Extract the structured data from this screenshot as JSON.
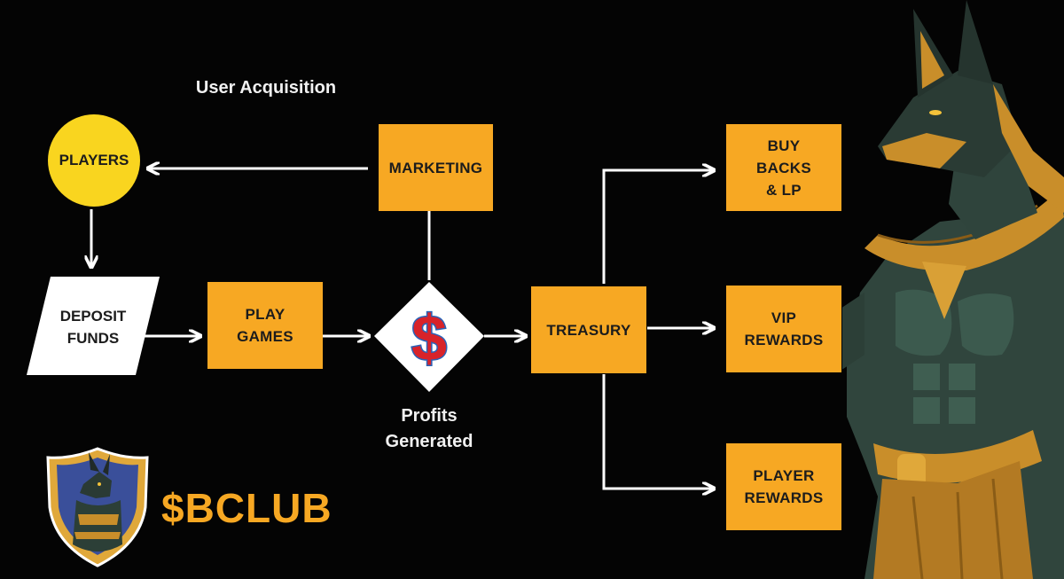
{
  "diagram": {
    "title": "User Acquisition",
    "nodes": {
      "players": "PLAYERS",
      "marketing": "MARKETING",
      "deposit": "DEPOSIT\nFUNDS",
      "play_games": "PLAY\nGAMES",
      "profit_symbol": "$",
      "profits_caption": "Profits\nGenerated",
      "treasury": "TREASURY",
      "buy_backs": "BUY\nBACKS\n& LP",
      "vip_rewards": "VIP\nREWARDS",
      "player_rewards": "PLAYER\nREWARDS"
    },
    "edges": [
      {
        "from": "marketing",
        "to": "players"
      },
      {
        "from": "players",
        "to": "deposit"
      },
      {
        "from": "deposit",
        "to": "play_games"
      },
      {
        "from": "play_games",
        "to": "profits"
      },
      {
        "from": "profits",
        "to": "marketing"
      },
      {
        "from": "profits",
        "to": "treasury"
      },
      {
        "from": "treasury",
        "to": "buy_backs"
      },
      {
        "from": "treasury",
        "to": "vip_rewards"
      },
      {
        "from": "treasury",
        "to": "player_rewards"
      }
    ]
  },
  "brand": {
    "name": "$BCLUB",
    "logo_icon": "anubis-shield-icon",
    "mascot_icon": "anubis-warrior-illustration"
  },
  "colors": {
    "background": "#040404",
    "box": "#f7a823",
    "circle": "#f9d51f",
    "arrow": "#ffffff"
  }
}
